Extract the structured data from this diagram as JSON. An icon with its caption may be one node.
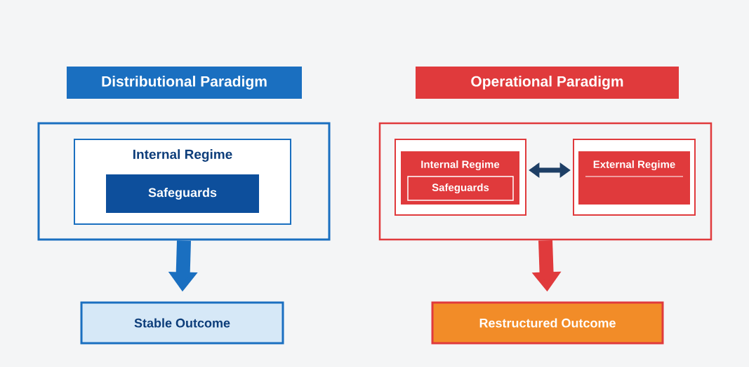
{
  "diagram": {
    "nodes": [
      {
        "text": [
          "Distributional Paradigm"
        ]
      },
      {
        "text": [],
        "shape": "box"
      },
      {
        "text": [
          "Internal Regime"
        ],
        "in": 1
      },
      {
        "text": [
          "Safeguards"
        ],
        "in": 2
      },
      {
        "text": [
          "Stable Outcome"
        ]
      },
      {
        "text": [
          "Operational Paradigm"
        ]
      },
      {
        "text": [],
        "shape": "box"
      },
      {
        "text": [],
        "shape": "box",
        "in": 6
      },
      {
        "text": [
          "Internal Regime"
        ],
        "in": 7
      },
      {
        "text": [
          "Safeguards"
        ],
        "in": 8
      },
      {
        "text": [],
        "shape": "box",
        "in": 6
      },
      {
        "text": [
          "External Regime"
        ],
        "in": 10
      },
      {
        "text": [
          "Restructured Outcome"
        ]
      }
    ],
    "edges": [
      {
        "from": 1,
        "to": 4,
        "arrow": "to",
        "color": "#1a6fc0"
      },
      {
        "from": 7,
        "to": 10,
        "arrow": "both",
        "color": "#1e3f66"
      },
      {
        "from": 6,
        "to": 12,
        "arrow": "to",
        "color": "#e03a3c"
      }
    ]
  }
}
